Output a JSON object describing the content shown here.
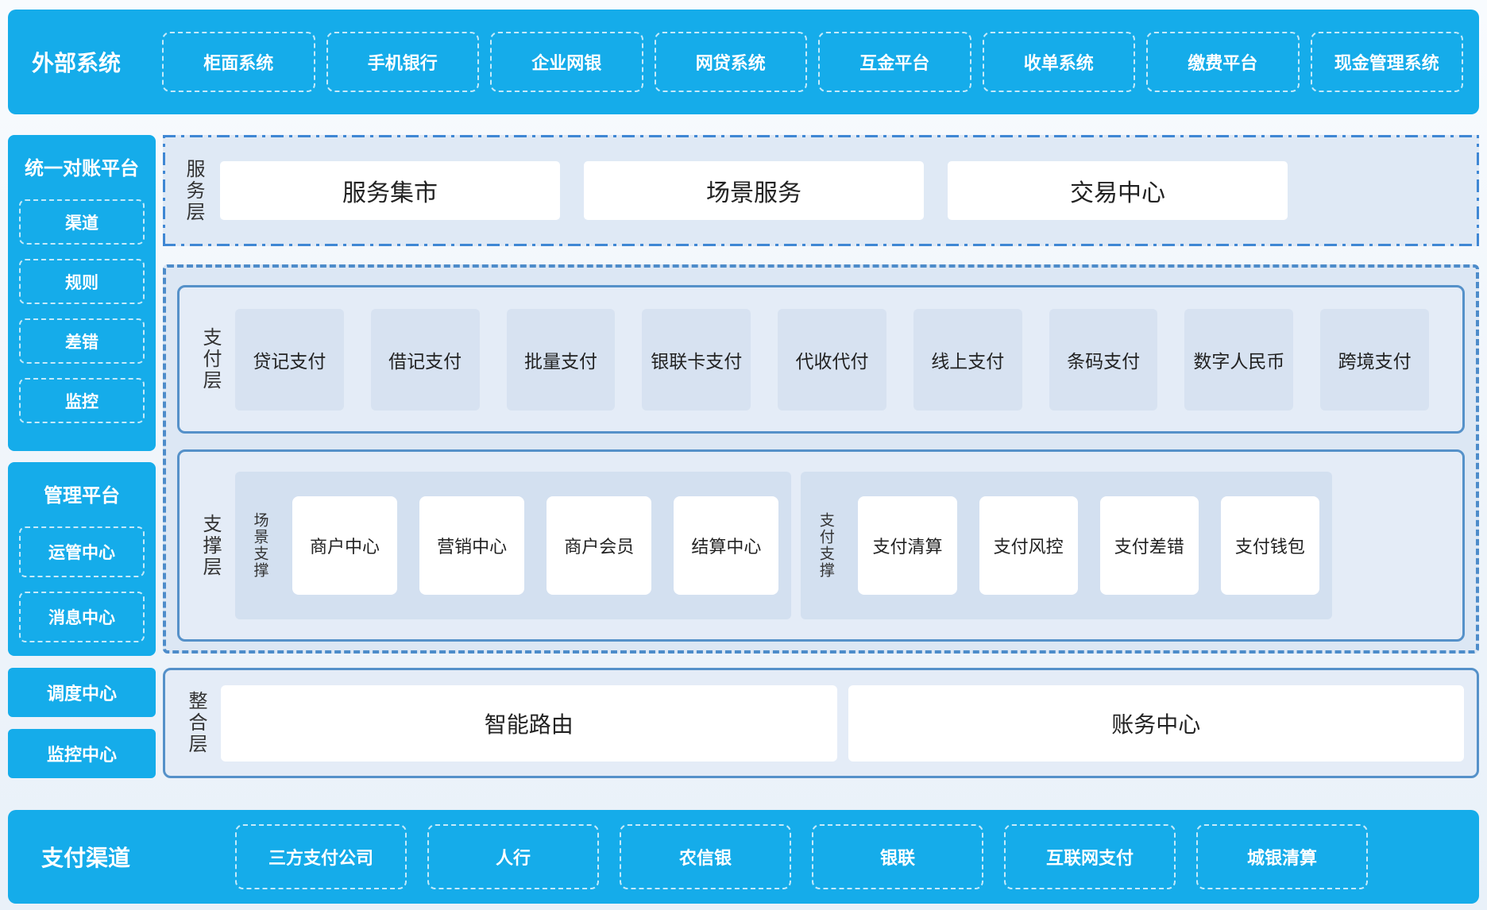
{
  "colors": {
    "cyan": "#15ACEA",
    "panel_border": "#5591C9",
    "wrapper_dashed_border": "#4D8CCA",
    "service_dashdot_border": "#3F87D4",
    "panel_bg": "#E4ECF7",
    "wrapper_bg": "#DCE7F4",
    "payment_item_bg": "#D7E2F1",
    "group_bg": "#D3E0F0",
    "dark_text": "#222222"
  },
  "top_bar": {
    "title": "外部系统",
    "items": [
      "柜面系统",
      "手机银行",
      "企业网银",
      "网贷系统",
      "互金平台",
      "收单系统",
      "缴费平台",
      "现金管理系统"
    ]
  },
  "sidebar": {
    "recon_platform": {
      "title": "统一对账平台",
      "items": [
        "渠道",
        "规则",
        "差错",
        "监控"
      ]
    },
    "mgmt_platform": {
      "title": "管理平台",
      "items": [
        "运管中心",
        "消息中心"
      ]
    },
    "solo_blocks": [
      "调度中心",
      "监控中心"
    ]
  },
  "service_layer": {
    "label": "服务层",
    "items": [
      "服务集市",
      "场景服务",
      "交易中心"
    ]
  },
  "payment_layer": {
    "label": "支付层",
    "items": [
      "贷记支付",
      "借记支付",
      "批量支付",
      "银联卡支付",
      "代收代付",
      "线上支付",
      "条码支付",
      "数字人民币",
      "跨境支付"
    ]
  },
  "support_layer": {
    "label": "支撑层",
    "groups": [
      {
        "label": "场景支撑",
        "items": [
          "商户中心",
          "营销中心",
          "商户会员",
          "结算中心"
        ]
      },
      {
        "label": "支付支撑",
        "items": [
          "支付清算",
          "支付风控",
          "支付差错",
          "支付钱包"
        ]
      }
    ]
  },
  "integration_layer": {
    "label": "整合层",
    "items": [
      "智能路由",
      "账务中心"
    ]
  },
  "bottom_bar": {
    "title": "支付渠道",
    "items": [
      "三方支付公司",
      "人行",
      "农信银",
      "银联",
      "互联网支付",
      "城银清算"
    ]
  }
}
